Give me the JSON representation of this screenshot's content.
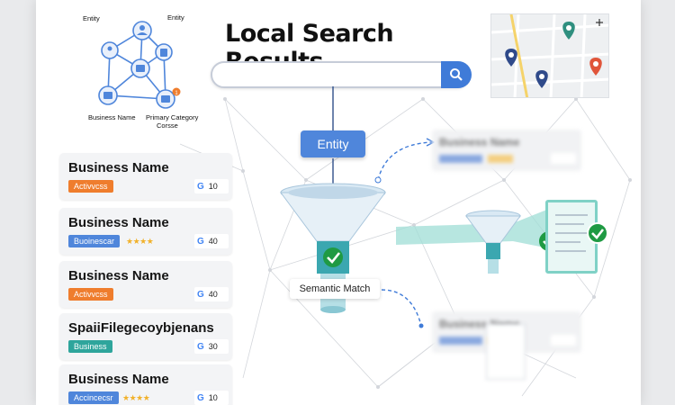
{
  "title": "Local Search Results",
  "search": {
    "value": ""
  },
  "entity_graph": {
    "labels": {
      "entity_a": "Entity",
      "entity_b": "Entity",
      "business_name": "Business Name",
      "primary_category_1": "Primary Category",
      "primary_category_2": "Corsse"
    },
    "badge_count": "1"
  },
  "flow": {
    "entity_label": "Entity",
    "semantic_match_label": "Semantic Match"
  },
  "results": [
    {
      "name": "Business Name",
      "badge": "Activvcss",
      "badge_color": "#ef7d2d",
      "stars": "",
      "count": "10"
    },
    {
      "name": "Business Name",
      "badge": "Buoinescar",
      "badge_color": "#4f86db",
      "stars": "★★★★",
      "count": "40"
    },
    {
      "name": "Business Name",
      "badge": "Activvcss",
      "badge_color": "#ef7d2d",
      "stars": "",
      "count": "40"
    },
    {
      "name": "SpaiiFilegecoybjenans",
      "badge": "Business",
      "badge_color": "#2ea59c",
      "stars": "",
      "count": "30"
    },
    {
      "name": "Business Name",
      "badge": "Accincecsr",
      "badge_color": "#4f86db",
      "stars": "★★★★",
      "count": "10"
    }
  ],
  "blurred_results": {
    "top": "Business Name",
    "bottom": "Business Name"
  },
  "colors": {
    "accent_blue": "#3f7bd8",
    "teal": "#5fc8bd",
    "check_green": "#1f9a43",
    "pin_blue": "#2f4a8a",
    "pin_teal": "#2f8f7f",
    "pin_red": "#e0553a"
  },
  "icons": [
    "search-icon",
    "checkmark-icon",
    "map-pin-icon",
    "expand-icon",
    "google-icon",
    "document-icon",
    "funnel-icon"
  ]
}
